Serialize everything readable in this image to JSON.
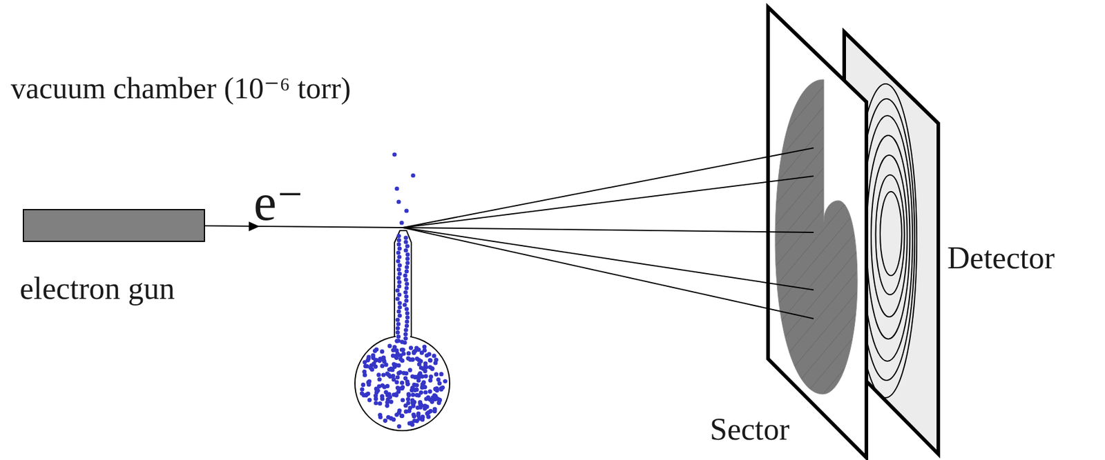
{
  "diagram": {
    "labels": [
      "vacuum chamber (10⁻⁶ torr)",
      "e⁻",
      "electron gun",
      "Sector",
      "Detector"
    ]
  }
}
